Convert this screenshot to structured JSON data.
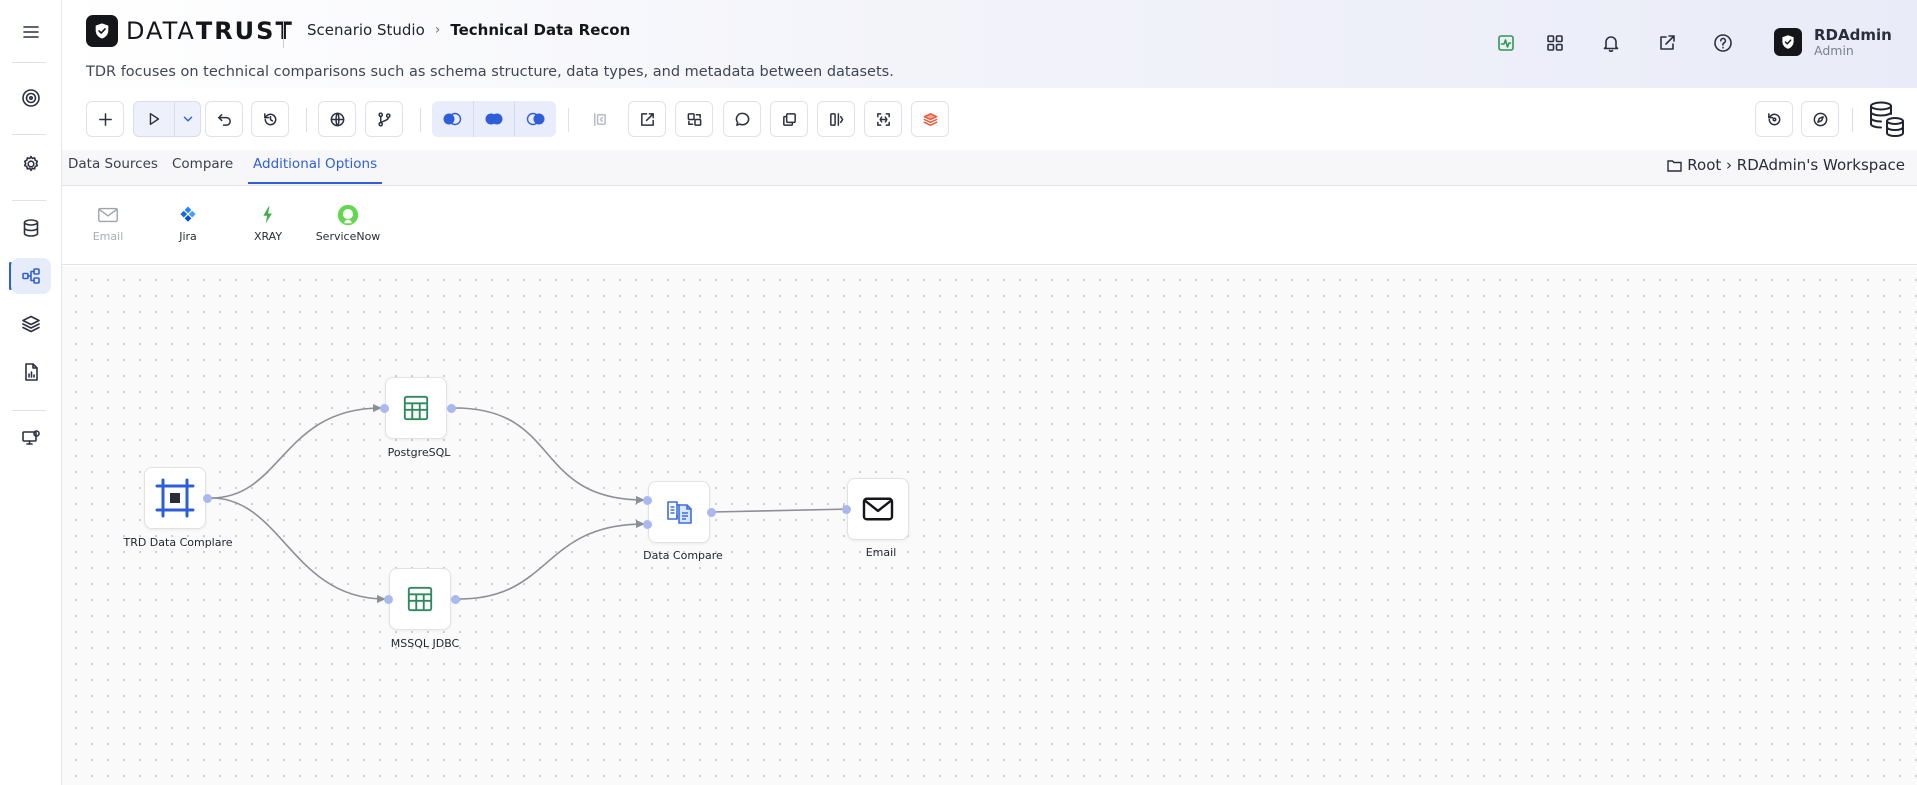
{
  "brand": {
    "logo_text_light": "DATA",
    "logo_text_bold": "TRUST"
  },
  "header": {
    "breadcrumb": [
      "Scenario Studio",
      "Technical Data Recon"
    ],
    "subtitle": "TDR focuses on technical comparisons such as schema structure, data types, and metadata between datasets."
  },
  "user": {
    "name": "RDAdmin",
    "role": "Admin"
  },
  "tabs": [
    {
      "label": "Data Sources",
      "active": false
    },
    {
      "label": "Compare",
      "active": false
    },
    {
      "label": "Additional Options",
      "active": true
    }
  ],
  "workspace": {
    "path": "Root › RDAdmin's Workspace"
  },
  "palette": [
    {
      "label": "Email",
      "icon": "envelope-icon",
      "enabled": false
    },
    {
      "label": "Jira",
      "icon": "jira-icon",
      "enabled": true
    },
    {
      "label": "XRAY",
      "icon": "xray-icon",
      "enabled": true
    },
    {
      "label": "ServiceNow",
      "icon": "servicenow-icon",
      "enabled": true
    }
  ],
  "nodes": [
    {
      "id": "trd",
      "label": "TRD Data Complare",
      "icon": "trd-frame-icon"
    },
    {
      "id": "postgres",
      "label": "PostgreSQL",
      "icon": "table-icon"
    },
    {
      "id": "mssql",
      "label": "MSSQL JDBC",
      "icon": "table-icon"
    },
    {
      "id": "compare",
      "label": "Data Compare",
      "icon": "compare-docs-icon"
    },
    {
      "id": "email",
      "label": "Email",
      "icon": "envelope-icon"
    }
  ],
  "colors": {
    "accent": "#2f5fd8",
    "table_green": "#2e8a5c",
    "servicenow_green": "#62d84e",
    "xray_green": "#3fae49",
    "jira_blue": "#2684ff",
    "edge": "#8c8f96",
    "port": "#a9b8ef"
  }
}
